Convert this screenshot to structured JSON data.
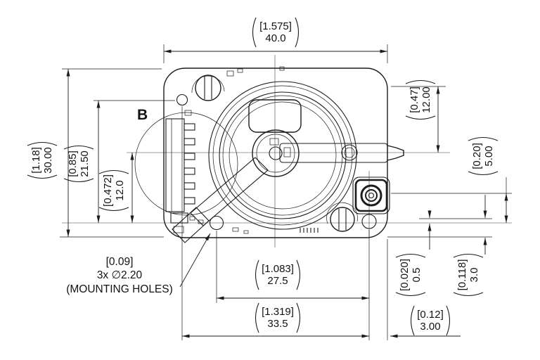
{
  "drawing": {
    "detail_view_label": "B",
    "dimensions": {
      "overall_width": {
        "inch": "[1.575]",
        "mm": "40.0"
      },
      "overall_height": {
        "inch": "[1.18]",
        "mm": "30.00"
      },
      "mount_hole_vertical_span": {
        "inch": "[0.85]",
        "mm": "21.50"
      },
      "center_to_mount_line": {
        "inch": "[0.472]",
        "mm": "12.0"
      },
      "top_to_shaft_center": {
        "inch": "[0.47]",
        "mm": "12.00"
      },
      "side_offset": {
        "inch": "[0.20]",
        "mm": "5.00"
      },
      "small_offset": {
        "inch": "[0.020]",
        "mm": "0.5"
      },
      "bottom_offset": {
        "inch": "[0.118]",
        "mm": "3.0"
      },
      "mount_hole_span_inner": {
        "inch": "[1.083]",
        "mm": "27.5"
      },
      "mount_hole_span_outer": {
        "inch": "[1.319]",
        "mm": "33.5"
      },
      "edge_to_hole": {
        "inch": "[0.12]",
        "mm": "3.00"
      }
    },
    "mounting_note": {
      "inch": "[0.09]",
      "spec": "3x ∅2.20",
      "caption": "(MOUNTING HOLES)"
    }
  }
}
